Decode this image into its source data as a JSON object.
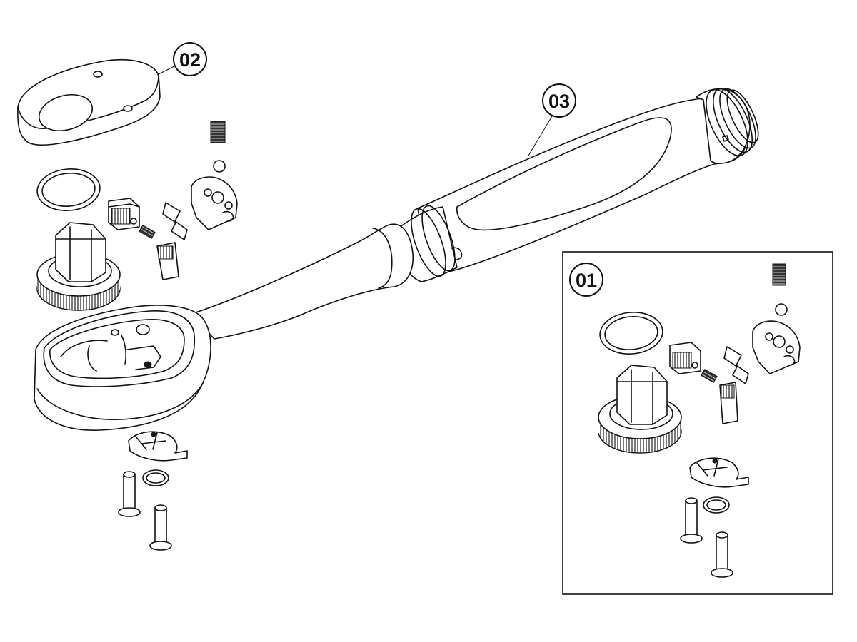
{
  "callouts": [
    {
      "id": "01",
      "label": "01"
    },
    {
      "id": "02",
      "label": "02"
    },
    {
      "id": "03",
      "label": "03"
    }
  ],
  "colors": {
    "line": "#111111",
    "background": "#ffffff"
  }
}
